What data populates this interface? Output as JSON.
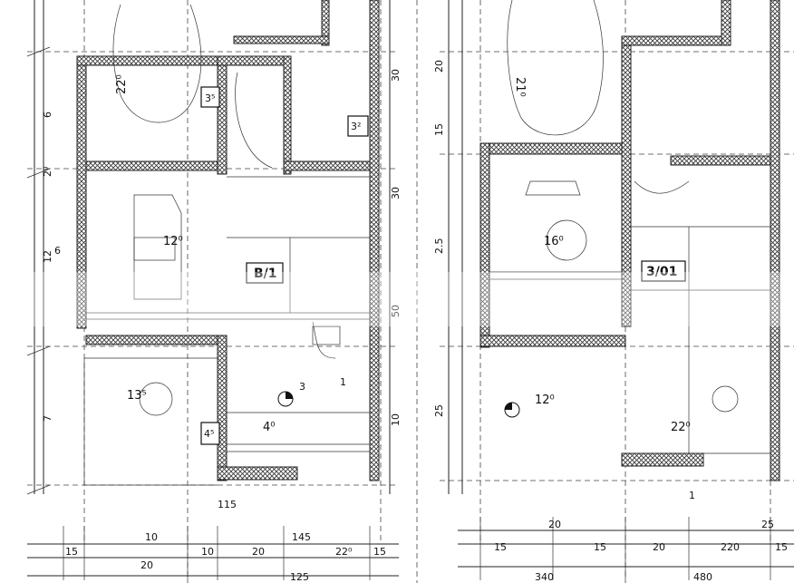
{
  "left_plan": {
    "room_labels": [
      "22⁰",
      "12⁰",
      "13⁵",
      "4⁰"
    ],
    "tags": [
      "3⁵",
      "4⁵",
      "3²"
    ],
    "title_box": "B/1",
    "dims_top": [
      "15",
      "10",
      "20",
      "10",
      "20",
      "15"
    ],
    "dims_bottom": [
      "125",
      "145",
      "22⁰",
      "115"
    ],
    "dims_left": [
      "6",
      "2⁰",
      "12",
      "7"
    ],
    "dims_right": [
      "30",
      "30",
      "50",
      "10"
    ],
    "markers": [
      "3",
      "1",
      "6"
    ]
  },
  "right_plan": {
    "room_labels": [
      "21⁰",
      "16⁰",
      "12⁰",
      "22⁰"
    ],
    "title_box": "3/01",
    "dims_top": [
      "15",
      "20",
      "15",
      "20",
      "15"
    ],
    "dims_bottom": [
      "340",
      "480",
      "220",
      "25"
    ],
    "dims_left": [
      "20",
      "15",
      "2.5",
      "25"
    ],
    "marker": "1"
  }
}
